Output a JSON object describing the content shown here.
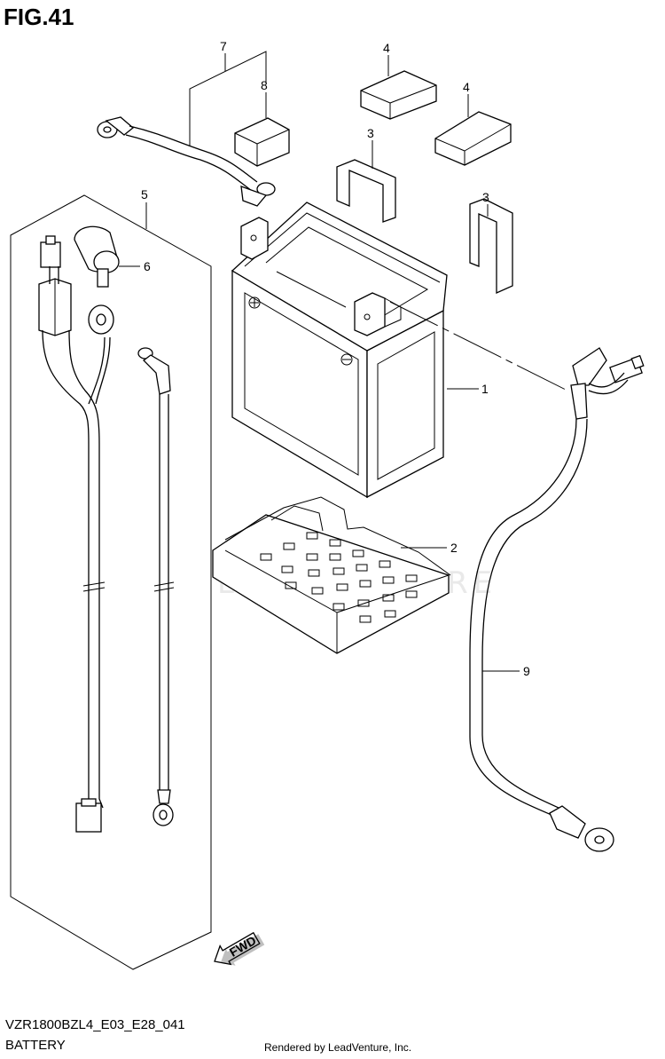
{
  "figure": {
    "title": "FIG.41",
    "code": "VZR1800BZL4_E03_E28_041",
    "caption": "BATTERY",
    "credit": "Rendered by LeadVenture, Inc.",
    "watermark": "LEADVENTURE"
  },
  "callouts": {
    "c1": "1",
    "c2": "2",
    "c3a": "3",
    "c3b": "3",
    "c4a": "4",
    "c4b": "4",
    "c5": "5",
    "c6": "6",
    "c7": "7",
    "c8": "8",
    "c9": "9"
  },
  "fwd_label": "FWD"
}
